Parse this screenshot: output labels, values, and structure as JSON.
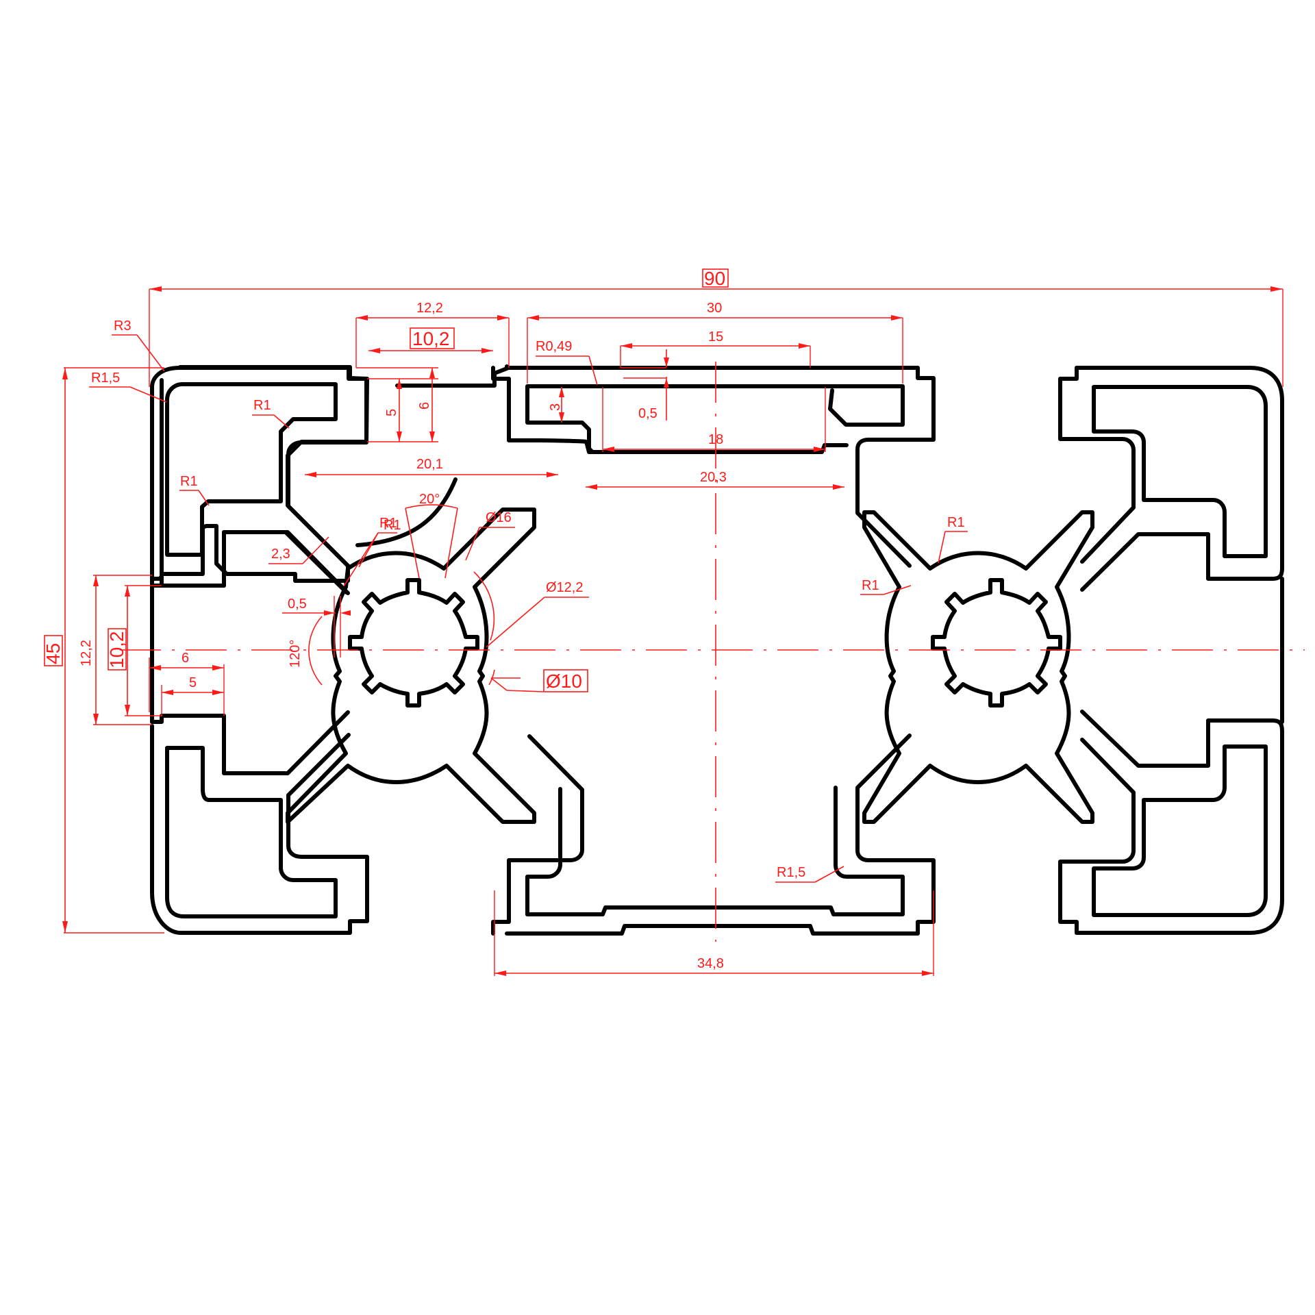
{
  "colors": {
    "profile": "#000000",
    "dimension": "#ff1a1a",
    "background": "#ffffff"
  },
  "dims": {
    "overall_width": "90",
    "overall_height": "45",
    "slot_outer": "12,2",
    "slot_inner": "10,2",
    "top_span": "30",
    "r049": "R0,49",
    "d15": "15",
    "d3": "3",
    "d05_top": "0,5",
    "d18": "18",
    "d5_v": "5",
    "d6_v": "6",
    "d201": "20,1",
    "d203": "20,3",
    "d20deg": "20°",
    "d16": "Ø16",
    "r1_a": "R1",
    "r1_b": "R1",
    "d23": "2,3",
    "d122dia": "Ø12,2",
    "d05_left": "0,5",
    "d120deg": "120°",
    "d10dia": "Ø10",
    "d6_h": "6",
    "d5_h": "5",
    "left_122": "12,2",
    "left_102": "10,2",
    "r3": "R3",
    "r15": "R1,5",
    "r1_c": "R1",
    "r1_d": "R1",
    "r1_right1": "R1",
    "r1_right2": "R1",
    "r15_bottom": "R1,5",
    "d348": "34,8"
  }
}
